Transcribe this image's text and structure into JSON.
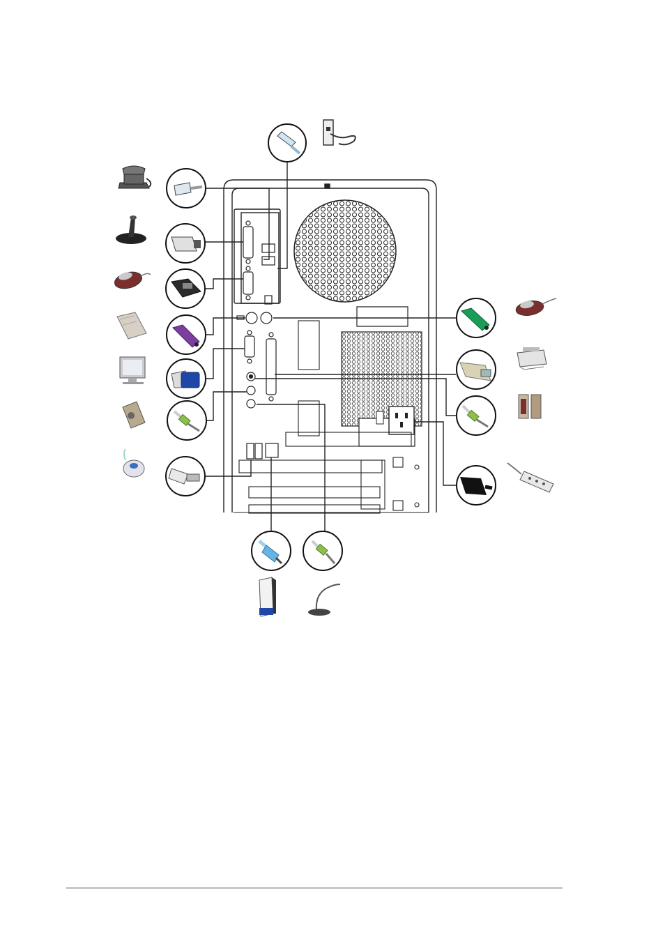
{
  "page": {
    "footer_rule": true
  },
  "diagram": {
    "type": "pc-rear-panel-connection-diagram",
    "colors": {
      "outline": "#222222",
      "ps2_keyboard": "#7b3fa0",
      "ps2_mouse": "#1a9e57",
      "vga": "#1f47a8",
      "audio": "#8cc04a",
      "lan": "#66b3e6",
      "serial": "#2b2b2b",
      "parallel": "#d9d2b5",
      "power": "#111111",
      "device_gray": "#9a9a9a",
      "mouse_red": "#7a2e2e"
    },
    "callouts": [
      {
        "id": "modem-rj11",
        "icon": "rj11-plug-icon",
        "device": "wall-phone-jack-icon"
      },
      {
        "id": "telephone-rj11",
        "icon": "rj11-plug-icon",
        "device": "telephone-icon"
      },
      {
        "id": "joystick-midi",
        "icon": "gameport-plug-icon",
        "device": "joystick-icon"
      },
      {
        "id": "serial-mouse",
        "icon": "serial-db9-plug-icon",
        "device": "serial-mouse-icon"
      },
      {
        "id": "ps2-keyboard",
        "icon": "ps2-purple-plug-icon",
        "device": "keyboard-icon"
      },
      {
        "id": "vga-monitor",
        "icon": "vga-plug-icon",
        "device": "monitor-icon"
      },
      {
        "id": "audio-speaker",
        "icon": "audio-jack-green-icon",
        "device": "speaker-icon"
      },
      {
        "id": "usb-device",
        "icon": "usb-plug-icon",
        "device": "usb-device-icon"
      },
      {
        "id": "ps2-mouse",
        "icon": "ps2-green-plug-icon",
        "device": "mouse-icon"
      },
      {
        "id": "parallel-printer",
        "icon": "parallel-plug-icon",
        "device": "printer-icon"
      },
      {
        "id": "line-out-speakers",
        "icon": "audio-jack-green-icon",
        "device": "speakers-icon"
      },
      {
        "id": "power-cord",
        "icon": "power-plug-icon",
        "device": "power-strip-icon"
      },
      {
        "id": "lan-router",
        "icon": "rj45-plug-icon",
        "device": "router-icon"
      },
      {
        "id": "microphone",
        "icon": "audio-jack-green-icon",
        "device": "microphone-icon"
      }
    ]
  }
}
